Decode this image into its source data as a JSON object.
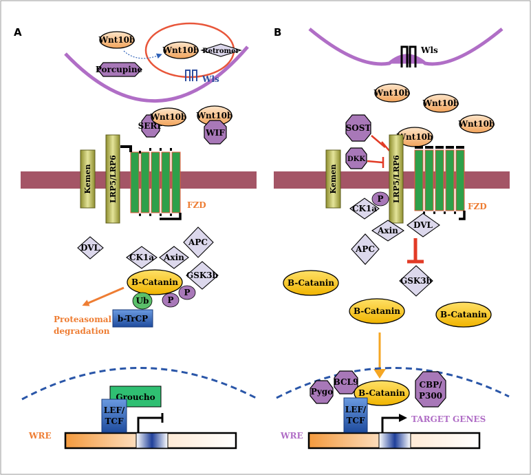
{
  "panels": {
    "a": "A",
    "b": "B"
  },
  "colors": {
    "membrane": "#a45566",
    "vesicle_membrane": "#b06ec6",
    "wnt": "#f2a45c",
    "diamond": "#dcd8ec",
    "purple": "#a878b8",
    "receptor": "#b9b949",
    "fzd": "#2ea04a",
    "catenin": "#f5c20b",
    "ub": "#5bbf6a",
    "blue_box": "#2f62b8",
    "groucho": "#2fbf72",
    "orange_arrow": "#ee7d33",
    "red_inhib": "#e23b26",
    "dna_orange": "#f39a3e",
    "nucleus_dash": "#2a56a8",
    "wls_blue": "#2f4fa0"
  },
  "a": {
    "wnt10b_1": "Wnt10b",
    "wnt10b_2": "Wnt10b",
    "porcupine": "Porcupine",
    "retromer": "Retromer",
    "wls": "Wls",
    "serp": "SERP",
    "wnt10b_3": "Wnt10b",
    "wnt10b_4": "Wnt10b",
    "wif": "WIF",
    "kemen": "Kemen",
    "lrp": "LRP5/LRP6",
    "fzd": "FZD",
    "dvl": "DVL",
    "apc": "APC",
    "ck1a": "CK1a",
    "axin": "Axin",
    "gsk3b": "GSK3b",
    "bcatenin": "B-Catanin",
    "ub": "Ub",
    "p1": "P",
    "p2": "P",
    "btrcp": "b-TrCP",
    "proteasomal_1": "Proteasomal",
    "proteasomal_2": "degradation",
    "groucho": "Groucho",
    "lef_1": "LEF/",
    "lef_2": "TCF",
    "wre": "WRE"
  },
  "b": {
    "wls": "Wls",
    "wnt10b_1": "Wnt10b",
    "wnt10b_2": "Wnt10b",
    "wnt10b_3": "Wnt10b",
    "wnt10b_4": "Wnt10b",
    "sost": "SOST",
    "dkk": "DKK",
    "kemen": "Kemen",
    "lrp": "LRP5/LRP6",
    "p": "P",
    "ck1a": "CK1a",
    "fzd": "FZD",
    "axin": "Axin",
    "dvl": "DVL",
    "apc": "APC",
    "gsk3b": "GSK3b",
    "bcatenin_1": "B-Catanin",
    "bcatenin_2": "B-Catanin",
    "bcatenin_3": "B-Catanin",
    "bcatenin_4": "B-Catanin",
    "pygo": "Pygo",
    "bcl9": "BCL9",
    "cbp_1": "CBP/",
    "cbp_2": "P300",
    "lef_1": "LEF/",
    "lef_2": "TCF",
    "target_genes": "TARGET GENES",
    "wre": "WRE"
  }
}
